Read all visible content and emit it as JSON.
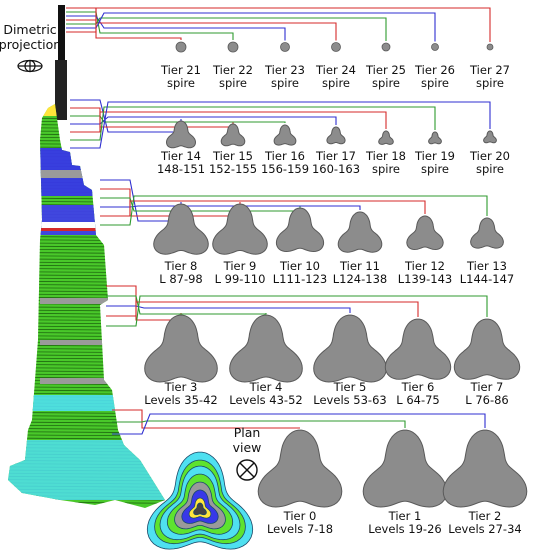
{
  "projection": {
    "line1": "Dimetric",
    "line2": "projection",
    "icon": "globe-icon"
  },
  "plan": {
    "line1": "Plan",
    "line2": "view",
    "icon": "nadir-icon"
  },
  "colors": {
    "leader_red": "#d42a2a",
    "leader_green": "#2f9a2f",
    "leader_blue": "#2f2fd0",
    "tier_fill": "#8c8c8c",
    "tier_stroke": "#5a5a5a",
    "band_green": "#5ee32f",
    "band_blue": "#3838e8",
    "band_cyan": "#4fe0f0",
    "band_yellow": "#ffe53a",
    "band_gray": "#9a9a9a"
  },
  "tiers": [
    {
      "id": 0,
      "line1": "Tier 0",
      "line2": "Levels 7-18"
    },
    {
      "id": 1,
      "line1": "Tier 1",
      "line2": "Levels 19-26"
    },
    {
      "id": 2,
      "line1": "Tier 2",
      "line2": "Levels 27-34"
    },
    {
      "id": 3,
      "line1": "Tier 3",
      "line2": "Levels 35-42"
    },
    {
      "id": 4,
      "line1": "Tier 4",
      "line2": "Levels 43-52"
    },
    {
      "id": 5,
      "line1": "Tier 5",
      "line2": "Levels 53-63"
    },
    {
      "id": 6,
      "line1": "Tier 6",
      "line2": "L 64-75"
    },
    {
      "id": 7,
      "line1": "Tier 7",
      "line2": "L 76-86"
    },
    {
      "id": 8,
      "line1": "Tier 8",
      "line2": "L 87-98"
    },
    {
      "id": 9,
      "line1": "Tier 9",
      "line2": "L 99-110"
    },
    {
      "id": 10,
      "line1": "Tier 10",
      "line2": "L111-123"
    },
    {
      "id": 11,
      "line1": "Tier 11",
      "line2": "L124-138"
    },
    {
      "id": 12,
      "line1": "Tier 12",
      "line2": "L139-143"
    },
    {
      "id": 13,
      "line1": "Tier 13",
      "line2": "L144-147"
    },
    {
      "id": 14,
      "line1": "Tier 14",
      "line2": "148-151"
    },
    {
      "id": 15,
      "line1": "Tier 15",
      "line2": "152-155"
    },
    {
      "id": 16,
      "line1": "Tier 16",
      "line2": "156-159"
    },
    {
      "id": 17,
      "line1": "Tier 17",
      "line2": "160-163"
    },
    {
      "id": 18,
      "line1": "Tier 18",
      "line2": "spire"
    },
    {
      "id": 19,
      "line1": "Tier 19",
      "line2": "spire"
    },
    {
      "id": 20,
      "line1": "Tier 20",
      "line2": "spire"
    },
    {
      "id": 21,
      "line1": "Tier 21",
      "line2": "spire"
    },
    {
      "id": 22,
      "line1": "Tier 22",
      "line2": "spire"
    },
    {
      "id": 23,
      "line1": "Tier 23",
      "line2": "spire"
    },
    {
      "id": 24,
      "line1": "Tier 24",
      "line2": "spire"
    },
    {
      "id": 25,
      "line1": "Tier 25",
      "line2": "spire"
    },
    {
      "id": 26,
      "line1": "Tier 26",
      "line2": "spire"
    },
    {
      "id": 27,
      "line1": "Tier 27",
      "line2": "spire"
    }
  ]
}
